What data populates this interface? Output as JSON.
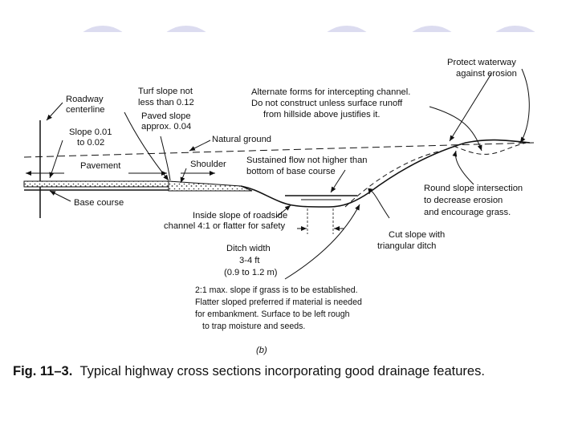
{
  "figure": {
    "labels": {
      "roadway_centerline": [
        "Roadway",
        "centerline"
      ],
      "turf_slope": [
        "Turf slope not",
        "less than 0.12"
      ],
      "paved_slope": [
        "Paved slope",
        "approx. 0.04"
      ],
      "alternate_forms": [
        "Alternate forms for intercepting channel.",
        "Do not construct unless surface runoff",
        "from hillside above justifies it."
      ],
      "protect_waterway": [
        "Protect waterway",
        "against erosion"
      ],
      "slope_001": [
        "Slope 0.01",
        "to 0.02"
      ],
      "natural_ground": "Natural ground",
      "pavement": "Pavement",
      "shoulder": "Shoulder",
      "sustained_flow": [
        "Sustained flow not higher than",
        "bottom of base course"
      ],
      "base_course": "Base course",
      "round_slope": [
        "Round slope intersection",
        "to decrease erosion",
        "and encourage grass."
      ],
      "inside_slope": [
        "Inside slope of roadside",
        "channel 4:1 or flatter for safety"
      ],
      "cut_slope": [
        "Cut slope with",
        "triangular ditch"
      ],
      "ditch_width": [
        "Ditch width",
        "3-4 ft",
        "(0.9 to 1.2 m)"
      ],
      "grass_note": [
        "2:1 max. slope if grass is to be established.",
        "Flatter sloped preferred if material is needed",
        "for embankment.  Surface to be left rough",
        "to trap moisture and seeds."
      ],
      "part_label": "(b)"
    },
    "caption": {
      "number": "Fig. 11–3.",
      "text": "Typical highway cross sections incorporating good drainage features."
    }
  }
}
